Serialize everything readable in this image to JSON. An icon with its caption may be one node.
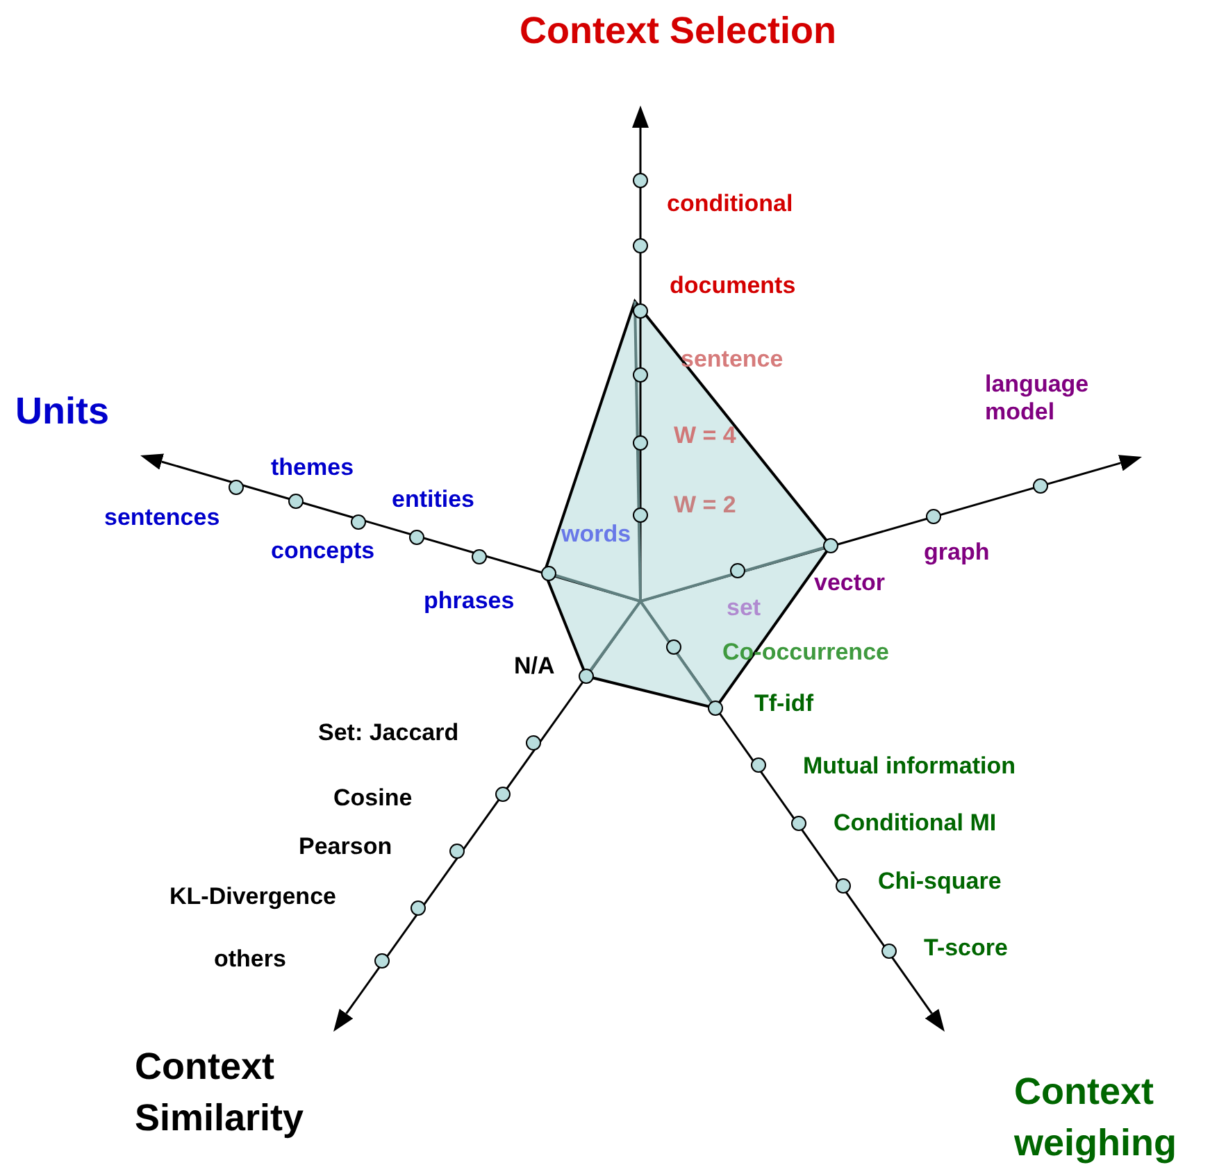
{
  "diagram": {
    "labels": [
      "Context Selection",
      "conditional",
      "documents",
      "sentence",
      "language model",
      "Units",
      "W = 4",
      "themes",
      "entities",
      "W = 2",
      "sentences",
      "words",
      "concepts",
      "graph",
      "vector",
      "phrases",
      "set",
      "Co-occurrence",
      "N/A",
      "Tf-idf",
      "Set: Jaccard",
      "Mutual information",
      "Cosine",
      "Conditional MI",
      "Pearson",
      "Chi-square",
      "KL-Divergence",
      "T-score",
      "others",
      "Context Similarity",
      "Context weighing"
    ]
  }
}
